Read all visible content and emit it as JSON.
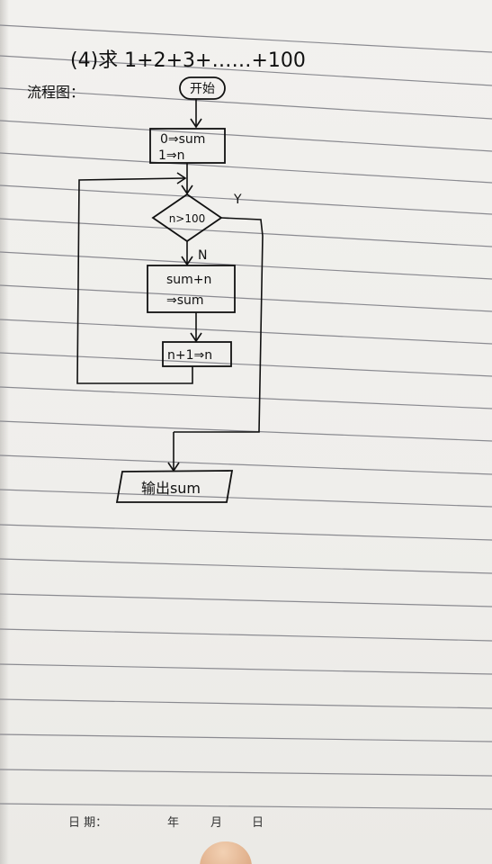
{
  "title": "(4)求 1+2+3+……+100",
  "subtitle": "流程图：",
  "flowchart": {
    "start": "开始",
    "init_line1": "0⇒sum",
    "init_line2": "1⇒n",
    "decision": "n>100",
    "yes_label": "Y",
    "no_label": "N",
    "process_line1": "sum+n",
    "process_line2": "⇒sum",
    "increment": "n+1⇒n",
    "output": "输出sum"
  },
  "footer": {
    "date_label": "日  期：",
    "year_label": "年",
    "month_label": "月",
    "day_label": "日"
  },
  "colors": {
    "paper": "#efeeeb",
    "ruled_line": "#7a7a80",
    "ink": "#111111"
  }
}
